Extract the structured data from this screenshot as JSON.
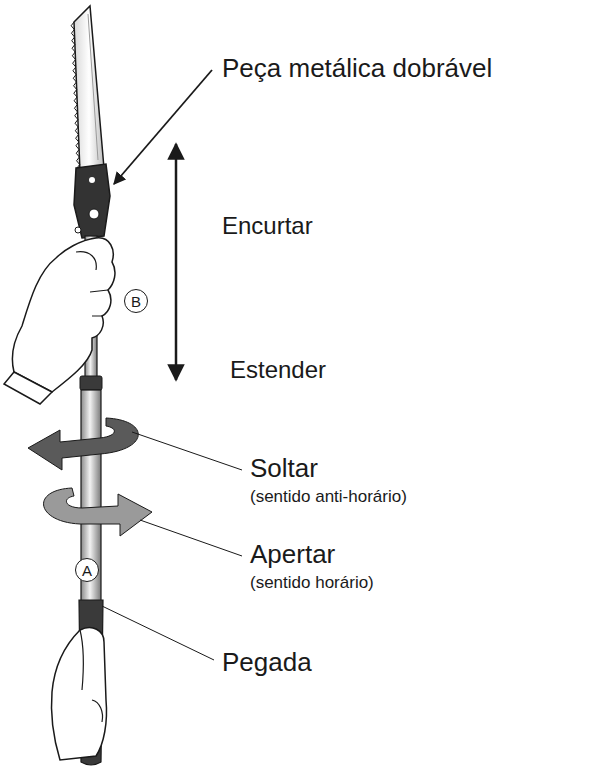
{
  "diagram": {
    "nodes": [
      {
        "text": [
          "B"
        ]
      },
      {
        "text": [
          "A"
        ]
      }
    ],
    "labels": [
      "Peça metálica dobrável",
      "Encurtar",
      "Estender",
      "Soltar",
      "(sentido anti-horário)",
      "Apertar",
      "(sentido horário)",
      "Pegada"
    ]
  }
}
